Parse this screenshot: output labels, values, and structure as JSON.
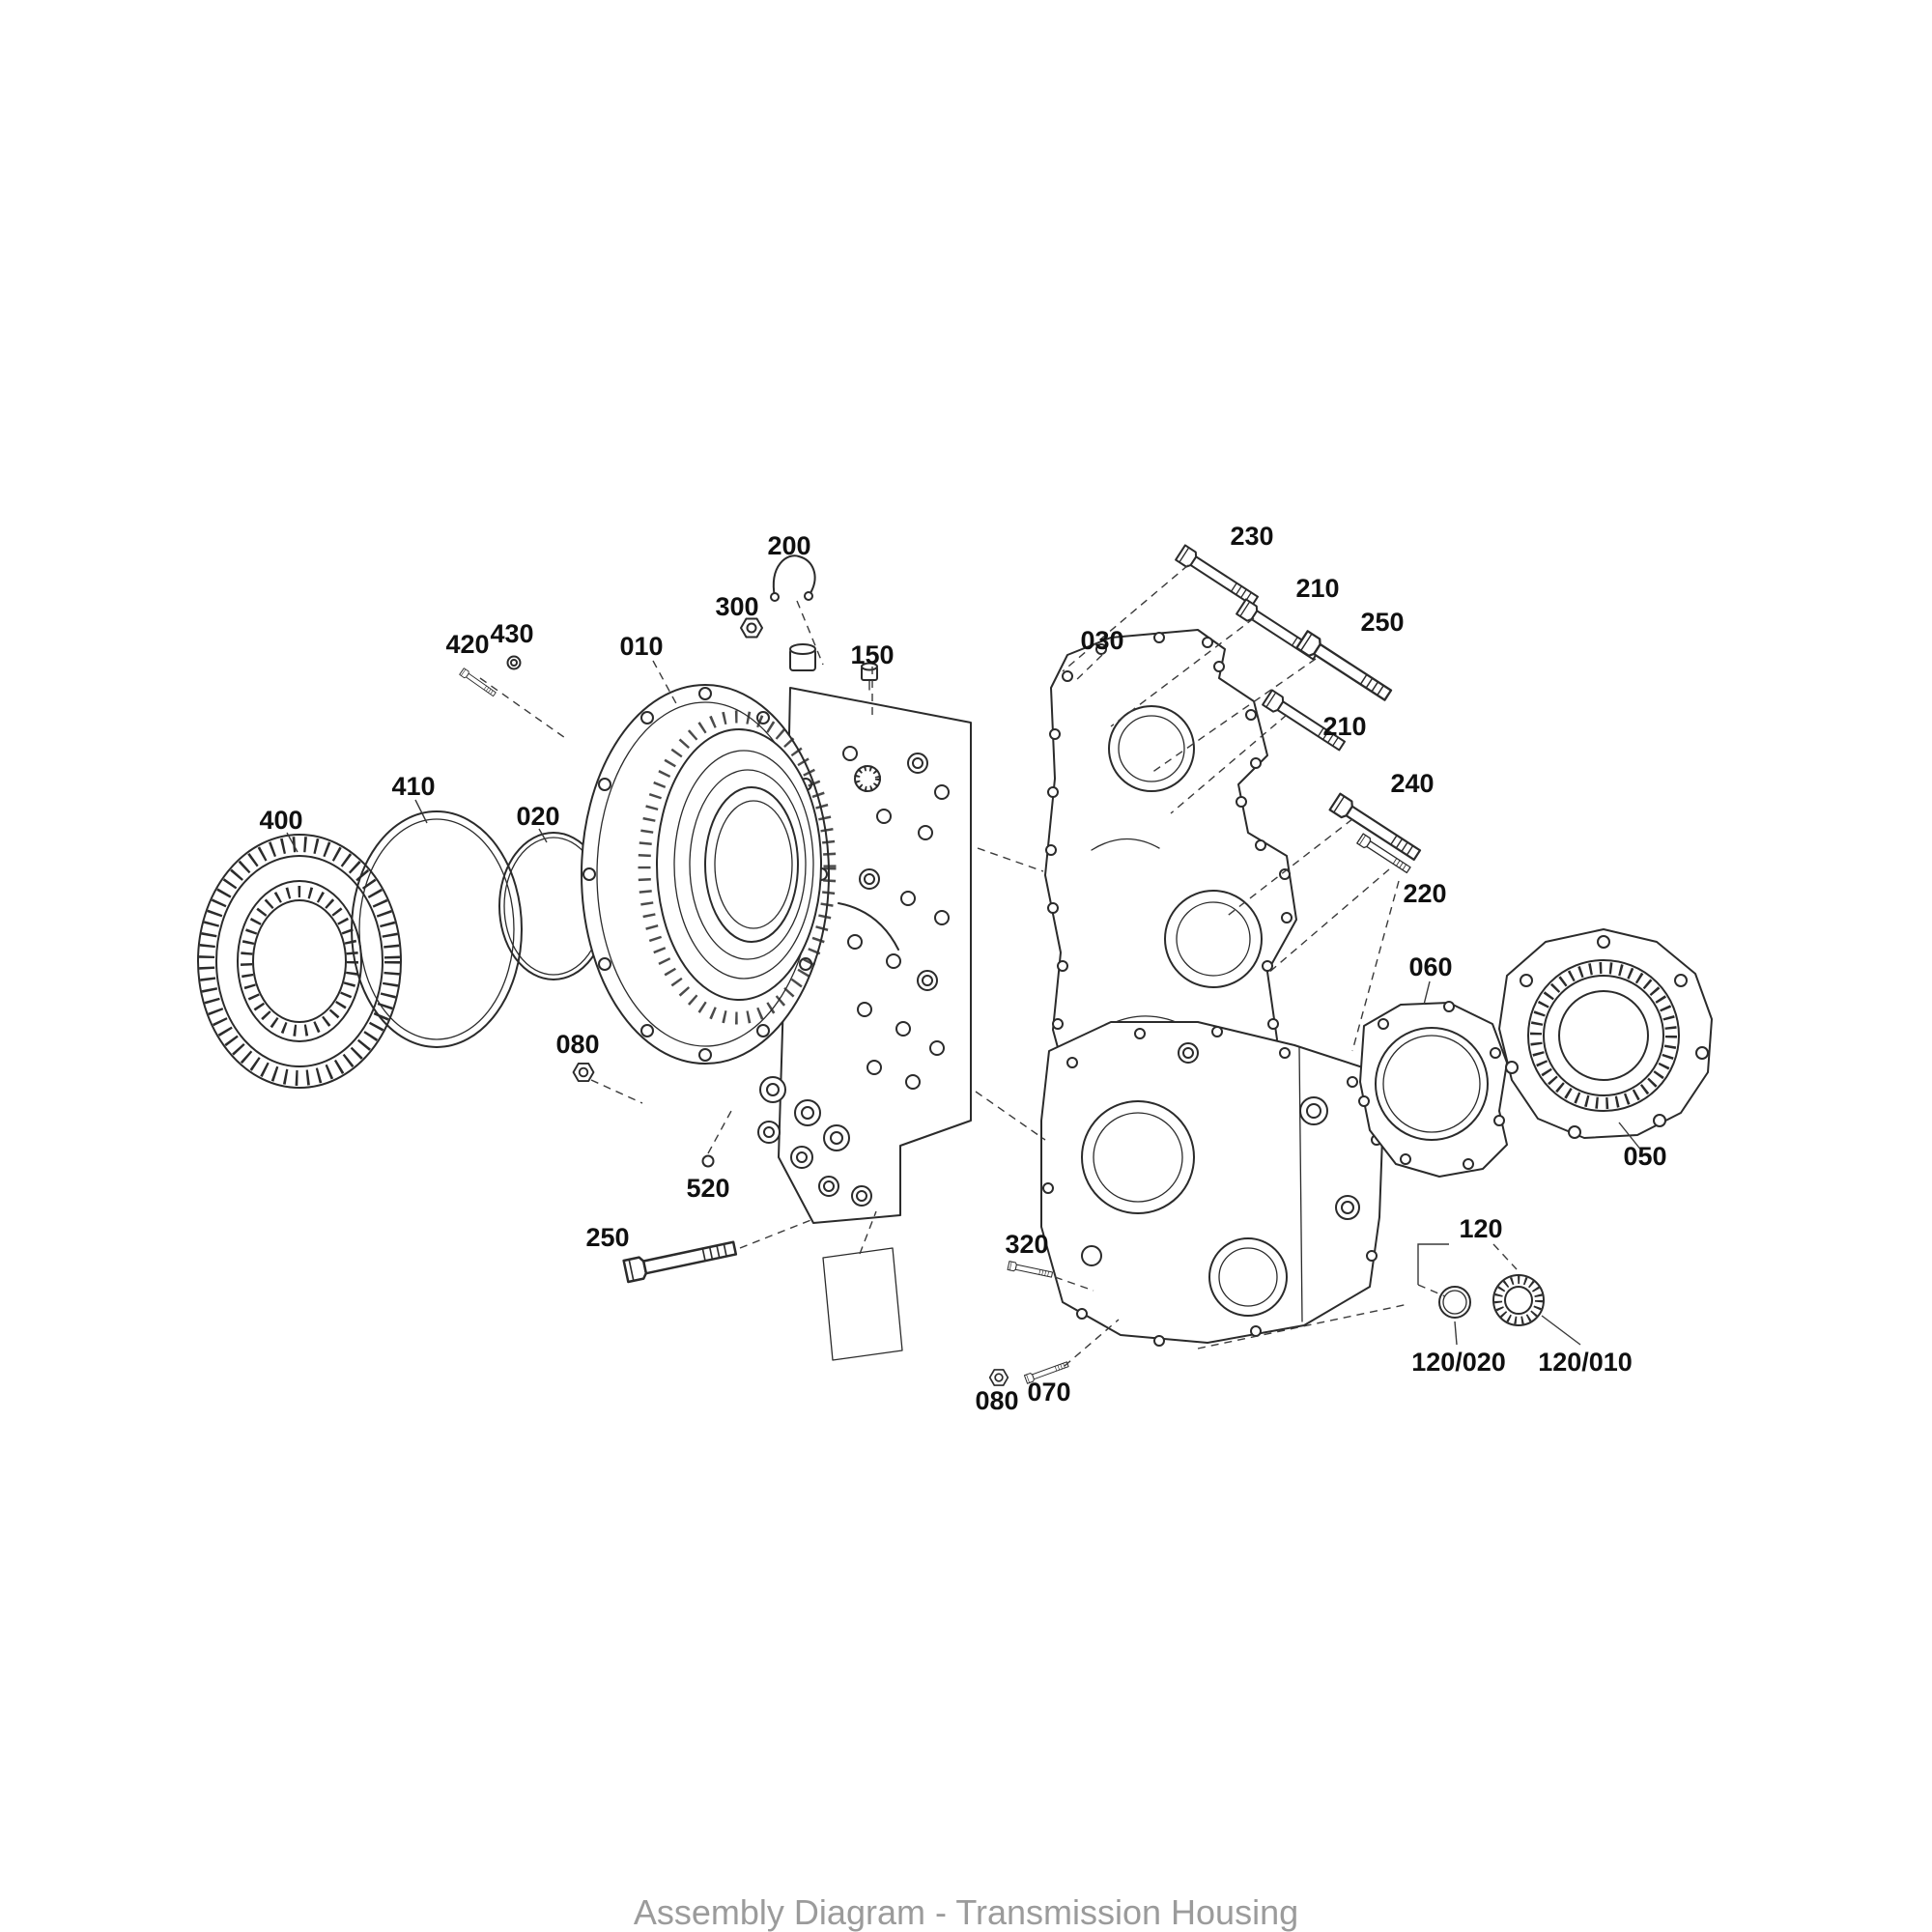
{
  "diagram": {
    "caption": "Assembly Diagram - Transmission Housing"
  },
  "labels": {
    "l010": "010",
    "l020": "020",
    "l030": "030",
    "l050": "050",
    "l060": "060",
    "l070": "070",
    "l080a": "080",
    "l080b": "080",
    "l120": "120",
    "l120_010": "120/010",
    "l120_020": "120/020",
    "l150": "150",
    "l200": "200",
    "l210a": "210",
    "l210b": "210",
    "l220": "220",
    "l230": "230",
    "l240": "240",
    "l250a": "250",
    "l250b": "250",
    "l300": "300",
    "l320": "320",
    "l400": "400",
    "l410": "410",
    "l420": "420",
    "l430": "430",
    "l520": "520"
  }
}
